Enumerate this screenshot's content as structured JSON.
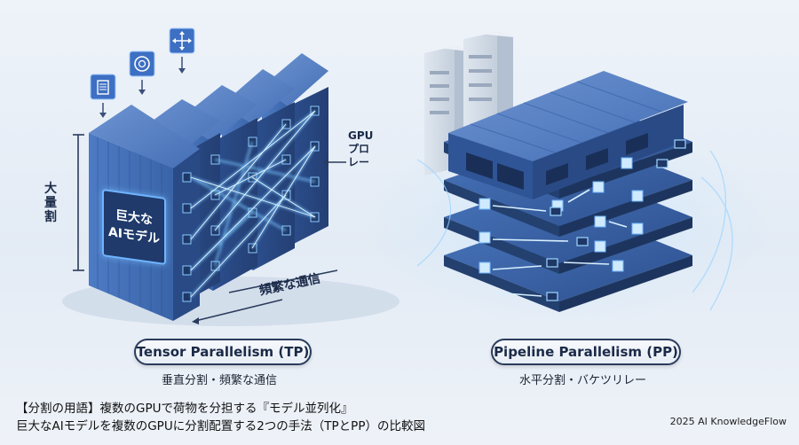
{
  "left": {
    "title": "Tensor Parallelism (TP)",
    "subtitle": "垂直分割・頻繁な通信",
    "side_label_chars": [
      "大",
      "量",
      "割"
    ],
    "model_label_lines": [
      "巨大な",
      "AIモデル"
    ],
    "gpu_label_lines": [
      "GPU",
      "プロ",
      "レー"
    ],
    "comm_label": "頻繁な通信",
    "top_icons": [
      "document-icon",
      "openai-logo-icon",
      "move-arrows-icon"
    ]
  },
  "right": {
    "title": "Pipeline Parallelism (PP)",
    "subtitle": "水平分割・バケツリレー",
    "layer_count": 4
  },
  "footer": {
    "line1": "【分割の用語】複数のGPUで荷物を分担する『モデル並列化』",
    "line2": "巨大なAIモデルを複数のGPUに分割配置する2つの手法（TPとPP）の比較図",
    "credit": "2025 AI KnowledgeFlow"
  },
  "colors": {
    "building_blue": "#3a64a8",
    "building_dark": "#24427a",
    "glow": "#7cc8ff",
    "outline": "#2a3b5c"
  }
}
